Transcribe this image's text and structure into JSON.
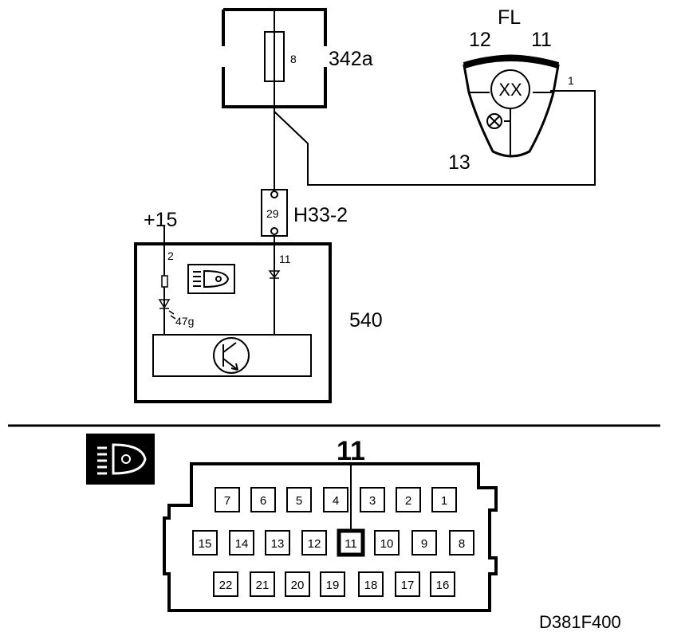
{
  "labels": {
    "fuse_box": "342a",
    "fuse_number": "8",
    "connector": "H33-2",
    "connector_pin": "29",
    "supply": "+15",
    "supply_pin": "2",
    "module_pin": "11",
    "diode_ref": "47g",
    "module": "540",
    "lamp_group": "FL",
    "lamp_pin_12": "12",
    "lamp_pin_11": "11",
    "lamp_pin_1": "1",
    "lamp_pin_13": "13",
    "lamp_symbol": "XX",
    "highlighted_pin": "11",
    "figure_code": "D381F400"
  },
  "connector_pins": {
    "row1": [
      "7",
      "6",
      "5",
      "4",
      "3",
      "2",
      "1"
    ],
    "row2": [
      "15",
      "14",
      "13",
      "12",
      "11",
      "10",
      "9",
      "8"
    ],
    "row3": [
      "22",
      "21",
      "20",
      "19",
      "18",
      "17",
      "16"
    ],
    "highlighted": "11"
  },
  "icons": {
    "module_icon": "headlamp-icon",
    "legend_icon": "headlamp-icon",
    "transistor": "transistor-icon",
    "fuse": "fuse-icon",
    "diode": "diode-icon",
    "bulb": "bulb-icon"
  },
  "colors": {
    "line": "#000000",
    "background": "#ffffff"
  }
}
